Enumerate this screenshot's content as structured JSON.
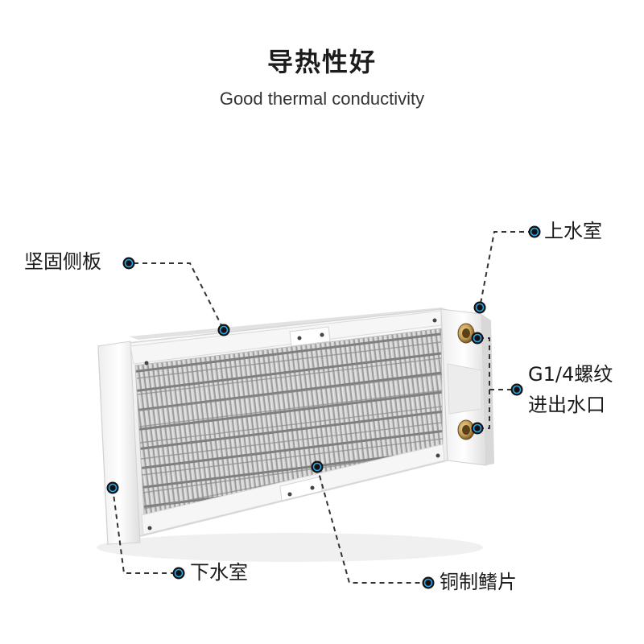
{
  "heading": {
    "title": "导热性好",
    "subtitle": "Good thermal conductivity"
  },
  "callouts": {
    "side_panel": "坚固侧板",
    "upper_chamber": "上水室",
    "port_line1": "G1/4螺纹",
    "port_line2": "进出水口",
    "lower_chamber": "下水室",
    "copper_fins": "铜制鳍片"
  },
  "colors": {
    "marker_dot": "#111111",
    "marker_ring": "#2aa9e8",
    "leader_line": "#333333",
    "radiator_body": "#f4f4f4",
    "fin_core": "#c9c9c9",
    "brass_port": "#c9a15a"
  },
  "icons": {
    "marker": "target-dot-icon",
    "port": "threaded-port-icon"
  }
}
